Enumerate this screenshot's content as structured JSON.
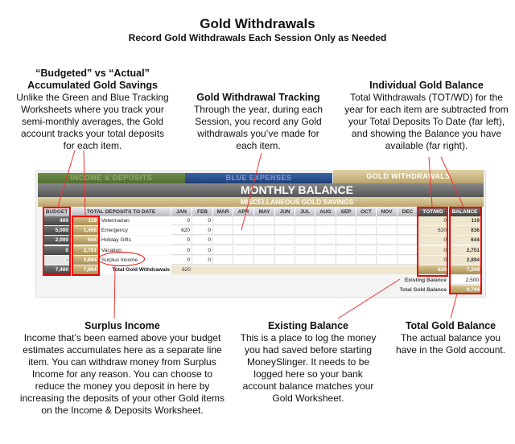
{
  "title": "Gold Withdrawals",
  "subtitle": "Record Gold Withdrawals Each Session Only as Needed",
  "notes": {
    "budgeted": {
      "heading1": "“Budgeted” vs “Actual”",
      "heading2": "Accumulated Gold Savings",
      "body": "Unlike the Green and Blue Tracking Worksheets where you track your semi-monthly averages, the Gold account tracks your total deposits for each item."
    },
    "tracking": {
      "heading": "Gold Withdrawal Tracking",
      "body": "Through the year, during each Session, you record any Gold withdrawals you’ve made for each item."
    },
    "individual": {
      "heading": "Individual Gold Balance",
      "body": "Total Withdrawals (TOT/WD) for the year for each item are subtracted from your Total Deposits To Date (far left), and showing the Balance you have available (far right)."
    },
    "surplus": {
      "heading": "Surplus Income",
      "body": "Income that’s been earned above your budget estimates accumulates here as a separate line item. You can withdraw money from Surplus Income for any reason. You can choose to reduce the money you deposit in here by increasing the deposits of your other Gold items on the Income & Deposits Worksheet."
    },
    "existing": {
      "heading": "Existing Balance",
      "body": "This is a place to log the money you had saved before starting MoneySlinger. It needs to be logged here so your bank account balance matches your Gold Worksheet."
    },
    "total": {
      "heading": "Total Gold Balance",
      "body": "The actual balance you have in the Gold account."
    }
  },
  "sheet": {
    "tabs": [
      "INCOME & DEPOSITS",
      "BLUE EXPENSES",
      "GOLD WITHDRAWALS"
    ],
    "banner": "MONTHLY BALANCE",
    "section": "MISCELLANEOUS GOLD SAVINGS",
    "headers": {
      "budget": "BUDGET",
      "deposits": "TOTAL DEPOSITS TO DATE",
      "months": [
        "JAN",
        "FEB",
        "MAR",
        "APR",
        "MAY",
        "JUN",
        "JUL",
        "AUG",
        "SEP",
        "OCT",
        "NOV",
        "DEC"
      ],
      "totwd": "TOT/WD",
      "balance": "BALANCE"
    },
    "rows": [
      {
        "budget": "400",
        "deposits": "119",
        "label": "Veterinarian",
        "jan": "0",
        "feb": "0",
        "totwd": "0",
        "balance": "119"
      },
      {
        "budget": "5,000",
        "deposits": "1,456",
        "label": "Emergency",
        "jan": "620",
        "feb": "0",
        "totwd": "620",
        "balance": "836"
      },
      {
        "budget": "2,000",
        "deposits": "644",
        "label": "Holiday Gifts",
        "jan": "0",
        "feb": "0",
        "totwd": "0",
        "balance": "644"
      },
      {
        "budget": "0",
        "deposits": "2,751",
        "label": "Vacation",
        "jan": "0",
        "feb": "0",
        "totwd": "0",
        "balance": "2,751"
      },
      {
        "budget": "-",
        "deposits": "2,894",
        "label": "Surplus Income",
        "jan": "0",
        "feb": "0",
        "totwd": "0",
        "balance": "2,894"
      }
    ],
    "totals": {
      "budget": "7,400",
      "deposits": "7,864",
      "label": "Total Gold Withdrawals",
      "jan": "620",
      "totwd": "620",
      "balance": "7,244"
    },
    "existing": {
      "label": "Existing Balance",
      "value": "2,500"
    },
    "total_gold": {
      "label": "Total Gold Balance",
      "value": "9,744"
    }
  },
  "colors": {
    "accent": "#e00000",
    "gold": "#b9a26a",
    "green": "#5a7a3a",
    "blue": "#2a4f8a"
  }
}
